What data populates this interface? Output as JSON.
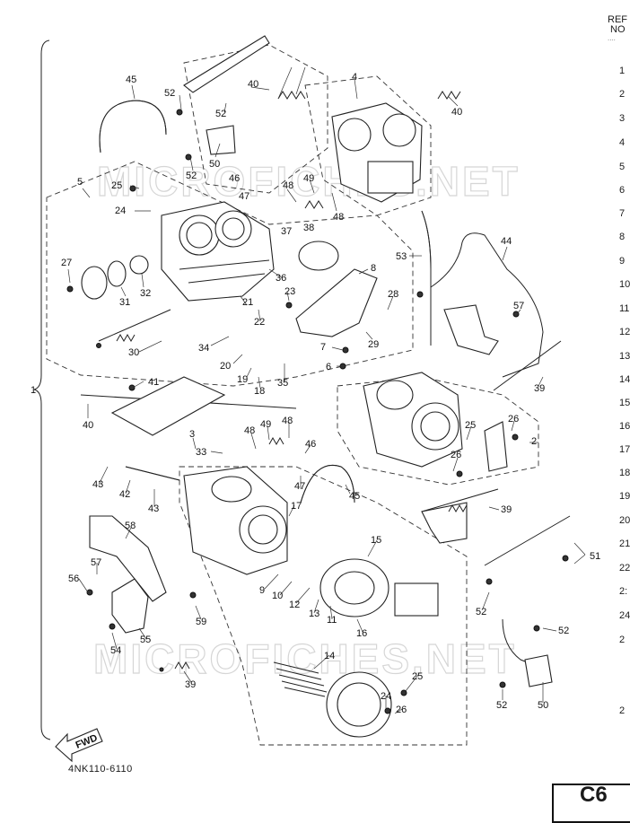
{
  "watermark": {
    "top": "MICROFICHES.NET",
    "bottom": "MICROFICHES.NET"
  },
  "ref_column": {
    "header_line1": "REF",
    "header_line2": "NO",
    "dots": "....",
    "rows": [
      "1",
      "2",
      "3",
      "4",
      "5",
      "6",
      "7",
      "8",
      "9",
      "10",
      "11",
      "12",
      "13",
      "14",
      "15",
      "16",
      "17",
      "18",
      "19",
      "20",
      "21",
      "22",
      "2:",
      "24",
      "2",
      "2"
    ]
  },
  "fwd_label": "FWD",
  "caption": "4NK110-6110",
  "corner_label": "C6",
  "callouts": {
    "n45a": "45",
    "n52a": "52",
    "n52b": "52",
    "n52c": "52",
    "n40a": "40",
    "n50a": "50",
    "n46a": "46",
    "n47a": "47",
    "n4": "4",
    "n40b": "40",
    "n5": "5",
    "n25a": "25",
    "n24a": "24",
    "n48a": "48",
    "n49a": "49",
    "n48b": "48",
    "n37": "37",
    "n38": "38",
    "n53": "53",
    "n44": "44",
    "n27": "27",
    "n31": "31",
    "n32": "32",
    "n36": "36",
    "n21": "21",
    "n23": "23",
    "n8": "8",
    "n28": "28",
    "n57a": "57",
    "n22": "22",
    "n7": "7",
    "n29": "29",
    "n34": "34",
    "n30": "30",
    "n20": "20",
    "n19": "19",
    "n18": "18",
    "n35": "35",
    "n6": "6",
    "n39a": "39",
    "n1": "1",
    "n41": "41",
    "n40c": "40",
    "n3": "3",
    "n33": "33",
    "n48c": "48",
    "n49b": "49",
    "n48d": "48",
    "n46b": "46",
    "n25b": "25",
    "n26a": "26",
    "n2": "2",
    "n26b": "26",
    "n43a": "43",
    "n42": "42",
    "n43b": "43",
    "n47b": "47",
    "n45b": "45",
    "n17": "17",
    "n39b": "39",
    "n58": "58",
    "n15": "15",
    "n57b": "57",
    "n56": "56",
    "n9": "9",
    "n10": "10",
    "n12": "12",
    "n13": "13",
    "n11": "11",
    "n51": "51",
    "n52d": "52",
    "n52e": "52",
    "n59": "59",
    "n16": "16",
    "n54": "54",
    "n55": "55",
    "n14": "14",
    "n25c": "25",
    "n39c": "39",
    "n24b": "24",
    "n26c": "26",
    "n52f": "52",
    "n50b": "50"
  }
}
